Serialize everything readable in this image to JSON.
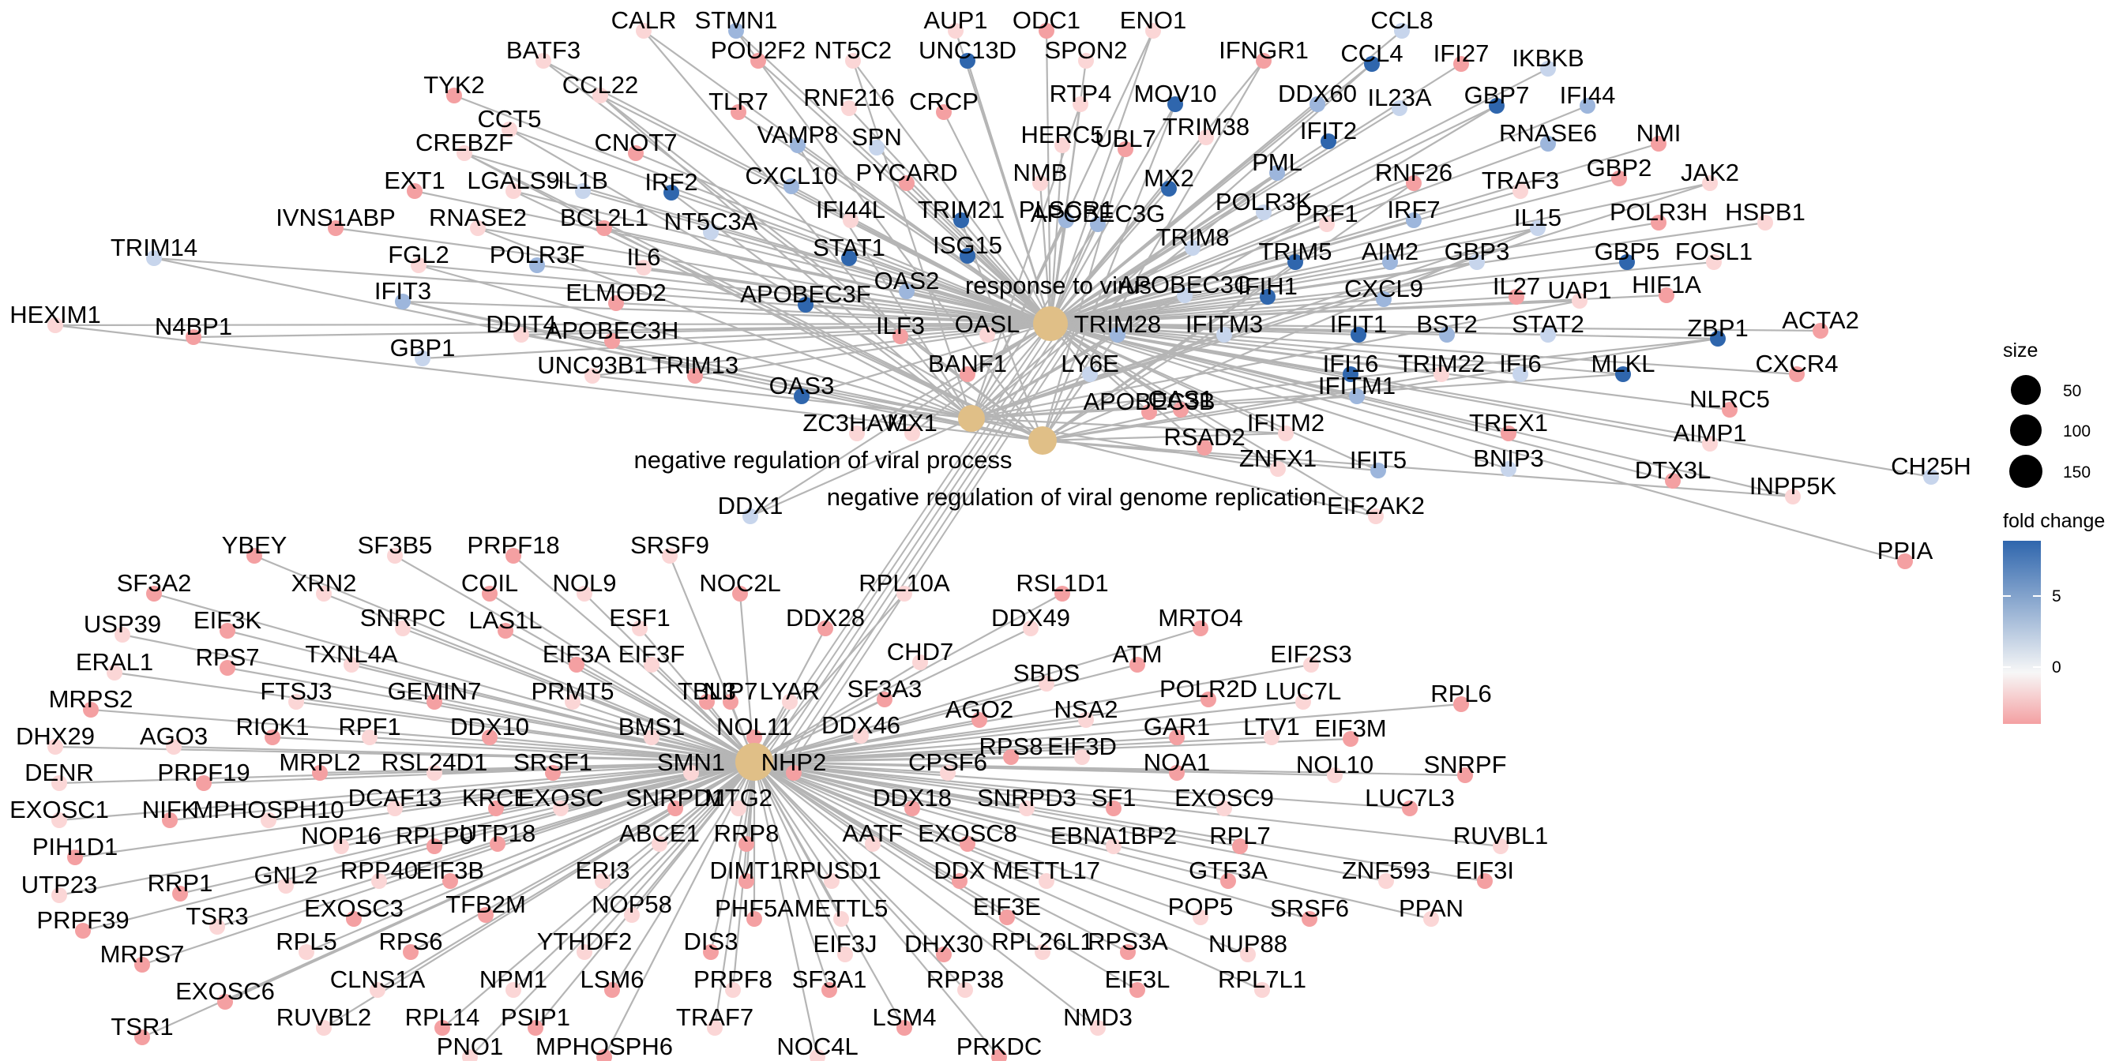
{
  "legend": {
    "size_title": "size",
    "size_values": [
      "50",
      "100",
      "150"
    ],
    "color_title": "fold change",
    "color_ticks": [
      "5",
      "0"
    ],
    "colors": {
      "high": "#2f66ad",
      "mid": "#f7f7f7",
      "low": "#f4a0a2"
    }
  },
  "categories": [
    {
      "id": "response-to-virus",
      "label": "response to virus"
    },
    {
      "id": "negative-regulation-of-viral-process",
      "label": "negative regulation of viral process"
    },
    {
      "id": "negative-regulation-of-viral-genome-replication",
      "label": "negative regulation of viral genome replication"
    },
    {
      "id": "ribosome-biogenesis",
      "label": ""
    }
  ],
  "genes": [
    "CALR",
    "STMN1",
    "AUP1",
    "ODC1",
    "ENO1",
    "CCL8",
    "BATF3",
    "POU2F2",
    "NT5C2",
    "UNC13D",
    "SPON2",
    "IFNGR1",
    "CCL4",
    "IFI27",
    "IKBKB",
    "TYK2",
    "CCL22",
    "TLR7",
    "RNF216",
    "CRCP",
    "RTP4",
    "MOV10",
    "DDX60",
    "IL23A",
    "GBP7",
    "IFI44",
    "CCT5",
    "CNOT7",
    "VAMP8",
    "SPN",
    "HERC5",
    "UBL7",
    "TRIM38",
    "IFIT2",
    "RNASE6",
    "NMI",
    "CREBZF",
    "PYCARD",
    "NMB",
    "MX2",
    "PML",
    "RNF26",
    "TRAF3",
    "GBP2",
    "JAK2",
    "EXT1",
    "LGALS9",
    "IL1B",
    "IRF2",
    "CXCL10",
    "IFI44L",
    "TRIM21",
    "PLSCR1",
    "POLR3K",
    "PRF1",
    "IRF7",
    "IL15",
    "POLR3H",
    "HSPB1",
    "IVNS1ABP",
    "RNASE2",
    "BCL2L1",
    "NT5C3A",
    "ISG15",
    "APOBEC3G",
    "TRIM8",
    "TRIM5",
    "AIM2",
    "GBP3",
    "GBP5",
    "FOSL1",
    "TRIM14",
    "FGL2",
    "POLR3F",
    "IL6",
    "STAT1",
    "IFIT3",
    "ELMOD2",
    "APOBEC3F",
    "OAS2",
    "APOBEC3C",
    "IFIH1",
    "CXCL9",
    "IL27",
    "UAP1",
    "HIF1A",
    "HEXIM1",
    "N4BP1",
    "DDIT4",
    "ILF3",
    "OASL",
    "TRIM28",
    "IFITM3",
    "IFIT1",
    "BST2",
    "STAT2",
    "ZBP1",
    "ACTA2",
    "GBP1",
    "APOBEC3H",
    "UNC93B1",
    "TRIM13",
    "OAS3",
    "BANF1",
    "LY6E",
    "IFI16",
    "TRIM22",
    "IFI6",
    "MLKL",
    "CXCR4",
    "ZC3HAV1",
    "OAS1",
    "IFITM1",
    "NLRC5",
    "MX1",
    "APOBEC3B",
    "IFITM2",
    "TREX1",
    "AIMP1",
    "RSAD2",
    "ZNFX1",
    "IFIT5",
    "BNIP3",
    "DTX3L",
    "EIF2AK2",
    "CH25H",
    "INPP5K",
    "PPIA",
    "DDX1",
    "YBEY",
    "SF3B5",
    "PRPF18",
    "SRSF9",
    "SF3A2",
    "XRN2",
    "COIL",
    "NOL9",
    "NOC2L",
    "RPL10A",
    "RSL1D1",
    "USP39",
    "EIF3K",
    "SNRPC",
    "LAS1L",
    "ESF1",
    "DDX28",
    "DDX49",
    "MRTO4",
    "ERAL1",
    "RPS7",
    "TXNL4A",
    "EIF3A",
    "EIF3F",
    "NIP7",
    "CHD7",
    "ATM",
    "EIF2S3",
    "MRPS2",
    "FTSJ3",
    "GEMIN7",
    "PRMT5",
    "TBL3",
    "LYAR",
    "SF3A3",
    "SBDS",
    "POLR2D",
    "LUC7L",
    "RPL6",
    "DHX29",
    "RIOK1",
    "RPF1",
    "DDX10",
    "BMS1",
    "NOL11",
    "DDX46",
    "AGO2",
    "NSA2",
    "GAR1",
    "LTV1",
    "EIF3M",
    "AGO3",
    "MRPL2",
    "RSL24D1",
    "SRSF1",
    "SMN1",
    "NHP2",
    "CPSF6",
    "RPS8",
    "EIF3D",
    "NOA1",
    "NOL10",
    "SNRPF",
    "DENR",
    "PRPF19",
    "DCAF13",
    "KRCE",
    "EXOSC",
    "SNRPD1",
    "MTG2",
    "DDX18",
    "SNRPD3",
    "SF1",
    "EXOSC9",
    "LUC7L3",
    "EXOSC1",
    "NIFK",
    "MPHOSPH10",
    "UTP18",
    "ABCE1",
    "RRP8",
    "AATF",
    "EXOSC8",
    "EBNA1BP2",
    "RPL7",
    "RUVBL1",
    "PIH1D1",
    "NOP16",
    "RPLP0",
    "RPP40",
    "EIF3B",
    "ERI3",
    "DIMT1",
    "RPUSD1",
    "DDX",
    "METTL17",
    "GTF3A",
    "ZNF593",
    "EIF3I",
    "UTP23",
    "RRP1",
    "GNL2",
    "TFB2M",
    "NOP58",
    "PHF5A",
    "METTL5",
    "EIF3E",
    "POP5",
    "SRSF6",
    "PPAN",
    "PRPF39",
    "TSR3",
    "EXOSC3",
    "YTHDF2",
    "DIS3",
    "EIF3J",
    "DHX30",
    "RPL26L1",
    "RPS3A",
    "NUP88",
    "MRPS7",
    "RPL5",
    "RPS6",
    "NPM1",
    "LSM6",
    "PRPF8",
    "SF3A1",
    "RPP38",
    "EIF3L",
    "RPL7L1",
    "EXOSC6",
    "CLNS1A",
    "PSIP1",
    "TRAF7",
    "LSM4",
    "NMD3",
    "TSR1",
    "RUVBL2",
    "RPL14",
    "PNO1",
    "MPHOSPH6",
    "NOC4L",
    "PRKDC"
  ]
}
